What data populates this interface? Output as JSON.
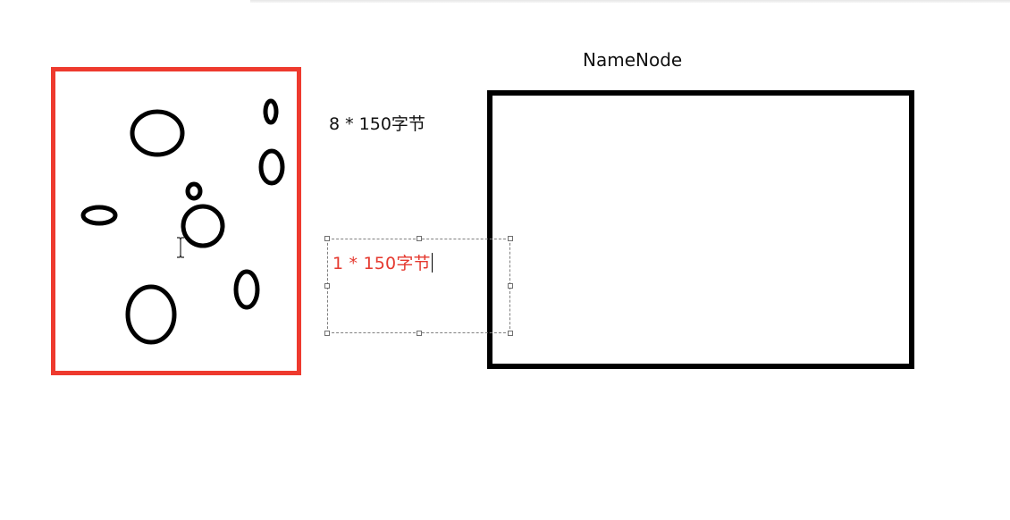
{
  "canvas": {
    "namenode_label": "NameNode",
    "formula_above": "8 * 150字节",
    "editing_textbox": {
      "text": "1 * 150字节"
    }
  },
  "colors": {
    "red_frame": "#ee3a2e",
    "editing_text": "#e5392f",
    "namenode_frame": "#000000"
  },
  "icons": {
    "mouse_cursor": "text-cursor-icon"
  }
}
